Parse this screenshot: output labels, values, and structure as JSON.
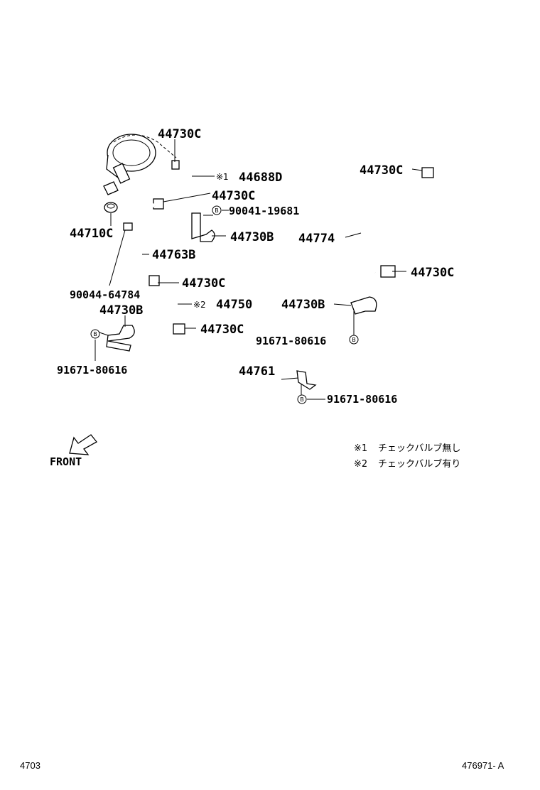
{
  "labels": {
    "p44730c_top": "44730C",
    "mark1": "※1",
    "p44688d": "44688D",
    "p44730c_2": "44730C",
    "p90041": "90041-19681",
    "p44710c": "44710C",
    "p44730b_mid": "44730B",
    "p44763b": "44763B",
    "p44730c_3": "44730C",
    "p90044": "90044-64784",
    "mark2": "※2",
    "p44750": "44750",
    "p44730b_left": "44730B",
    "p44730c_4": "44730C",
    "p91671_left": "91671-80616",
    "p44730c_right_top": "44730C",
    "p44774": "44774",
    "p44730c_right": "44730C",
    "p44730b_right": "44730B",
    "p91671_right": "91671-80616",
    "p44761": "44761",
    "p91671_bottom": "91671-80616",
    "front": "FRONT",
    "circle_b": "B"
  },
  "notes": [
    {
      "mark": "※1",
      "text": "チェックバルブ無し"
    },
    {
      "mark": "※2",
      "text": "チェックバルブ有り"
    }
  ],
  "footer": {
    "left": "4703",
    "right": "476971- A"
  }
}
